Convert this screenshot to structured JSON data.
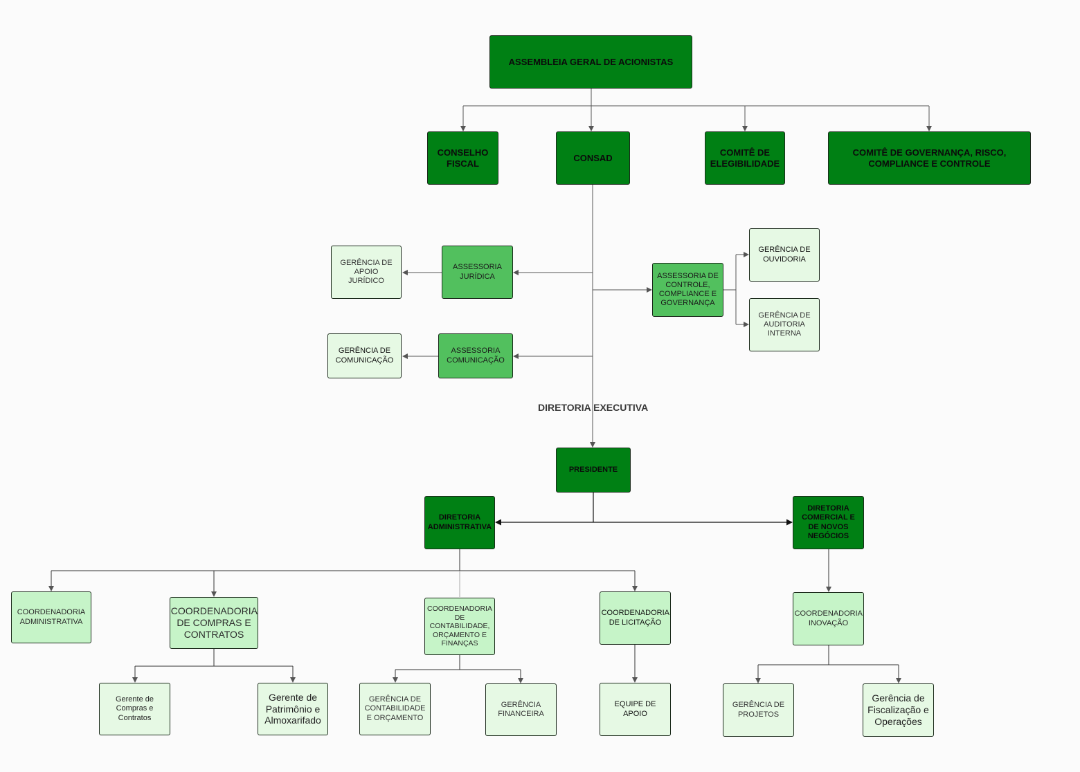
{
  "colors": {
    "dark_green": "#008014",
    "medium_green": "#52c05e",
    "light_green": "#c6f4c8",
    "pale_green": "#e6f9e4",
    "connector": "#555555"
  },
  "nodes": {
    "assembleia": "ASSEMBLEIA GERAL DE ACIONISTAS",
    "conselho_fiscal": "CONSELHO FISCAL",
    "consad": "CONSAD",
    "comite_elegibilidade": "COMITÊ DE ELEGIBILIDADE",
    "comite_governanca": "COMITÊ DE GOVERNANÇA, RISCO, COMPLIANCE E CONTROLE",
    "gerencia_apoio_juridico": "GERÊNCIA DE APOIO JURÍDICO",
    "assessoria_juridica": "ASSESSORIA JURÍDICA",
    "gerencia_comunicacao": "GERÊNCIA DE COMUNICAÇÃO",
    "assessoria_comunicacao": "ASSESSORIA COMUNICAÇÃO",
    "assessoria_controle": "ASSESSORIA DE CONTROLE, COMPLIANCE E GOVERNANÇA",
    "gerencia_ouvidoria": "GERÊNCIA DE OUVIDORIA",
    "gerencia_auditoria": "GERÊNCIA DE AUDITORIA INTERNA",
    "diretoria_executiva": "DIRETORIA EXECUTIVA",
    "presidente": "PRESIDENTE",
    "diretoria_administrativa": "DIRETORIA ADMINISTRATIVA",
    "diretoria_comercial": "DIRETORIA COMERCIAL E DE NOVOS NEGÓCIOS",
    "coord_administrativa": "COORDENADORIA ADMINISTRATIVA",
    "coord_compras": "COORDENADORIA DE COMPRAS E CONTRATOS",
    "coord_contabilidade": "COORDENADORIA DE CONTABILIDADE, ORÇAMENTO E FINANÇAS",
    "coord_licitacao": "COORDENADORIA DE LICITAÇÃO",
    "coord_inovacao": "COORDENADORIA INOVAÇÃO",
    "gerente_compras": "Gerente de Compras e Contratos",
    "gerente_patrimonio": "Gerente de Patrimônio e Almoxarifado",
    "gerencia_contabilidade": "GERÊNCIA DE CONTABILIDADE E ORÇAMENTO",
    "gerencia_financeira": "GERÊNCIA FINANCEIRA",
    "equipe_apoio": "EQUIPE DE APOIO",
    "gerencia_projetos": "GERÊNCIA DE PROJETOS",
    "gerencia_fiscalizacao": "Gerência de Fiscalização e Operações"
  }
}
